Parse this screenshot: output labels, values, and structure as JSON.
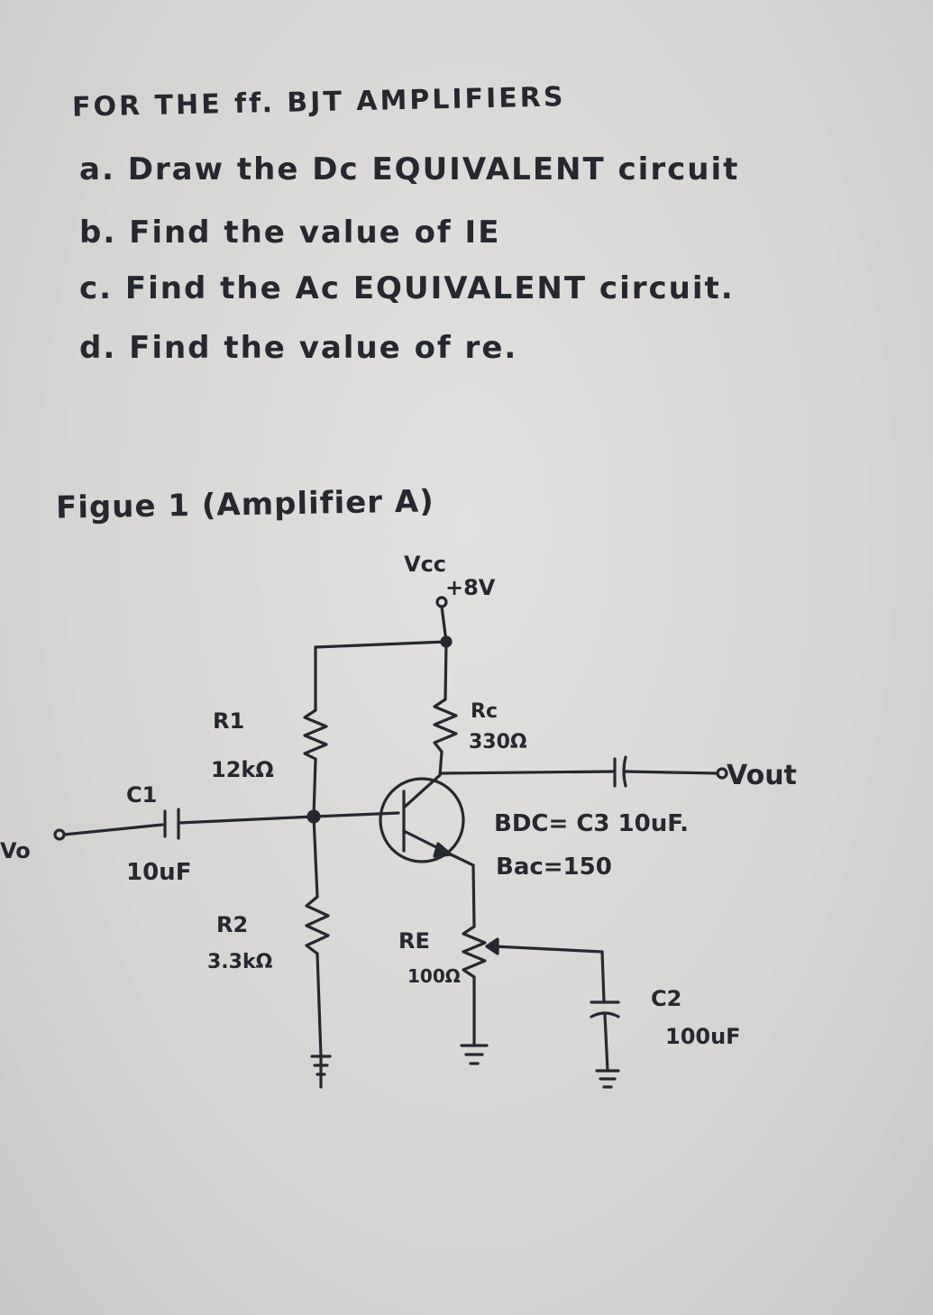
{
  "heading": "FOR THE ff. BJT AMPLIFIERS",
  "questions": [
    "a. Draw the Dc EQUIVALENT circuit",
    "b. Find the value of IE",
    "c. Find the Ac EQUIVALENT circuit.",
    "d. Find the value of re."
  ],
  "figure_title": "Figue 1 (Amplifier A)",
  "labels": {
    "vcc": "Vcc",
    "vcc_value": "+8V",
    "r1": "R1",
    "r1_value": "12kΩ",
    "rc": "Rc",
    "rc_value": "330Ω",
    "c1": "C1",
    "c1_value": "10uF",
    "vin": "Vo",
    "vout": "Vout",
    "bdc": "BDC= C3 10uF.",
    "bac": "Bac=150",
    "r2": "R2",
    "r2_value": "3.3kΩ",
    "re": "RE",
    "re_value": "100Ω",
    "c2": "C2",
    "c2_value": "100uF"
  },
  "colors": {
    "ink": "#262830",
    "paper": "#dcdbd9"
  }
}
